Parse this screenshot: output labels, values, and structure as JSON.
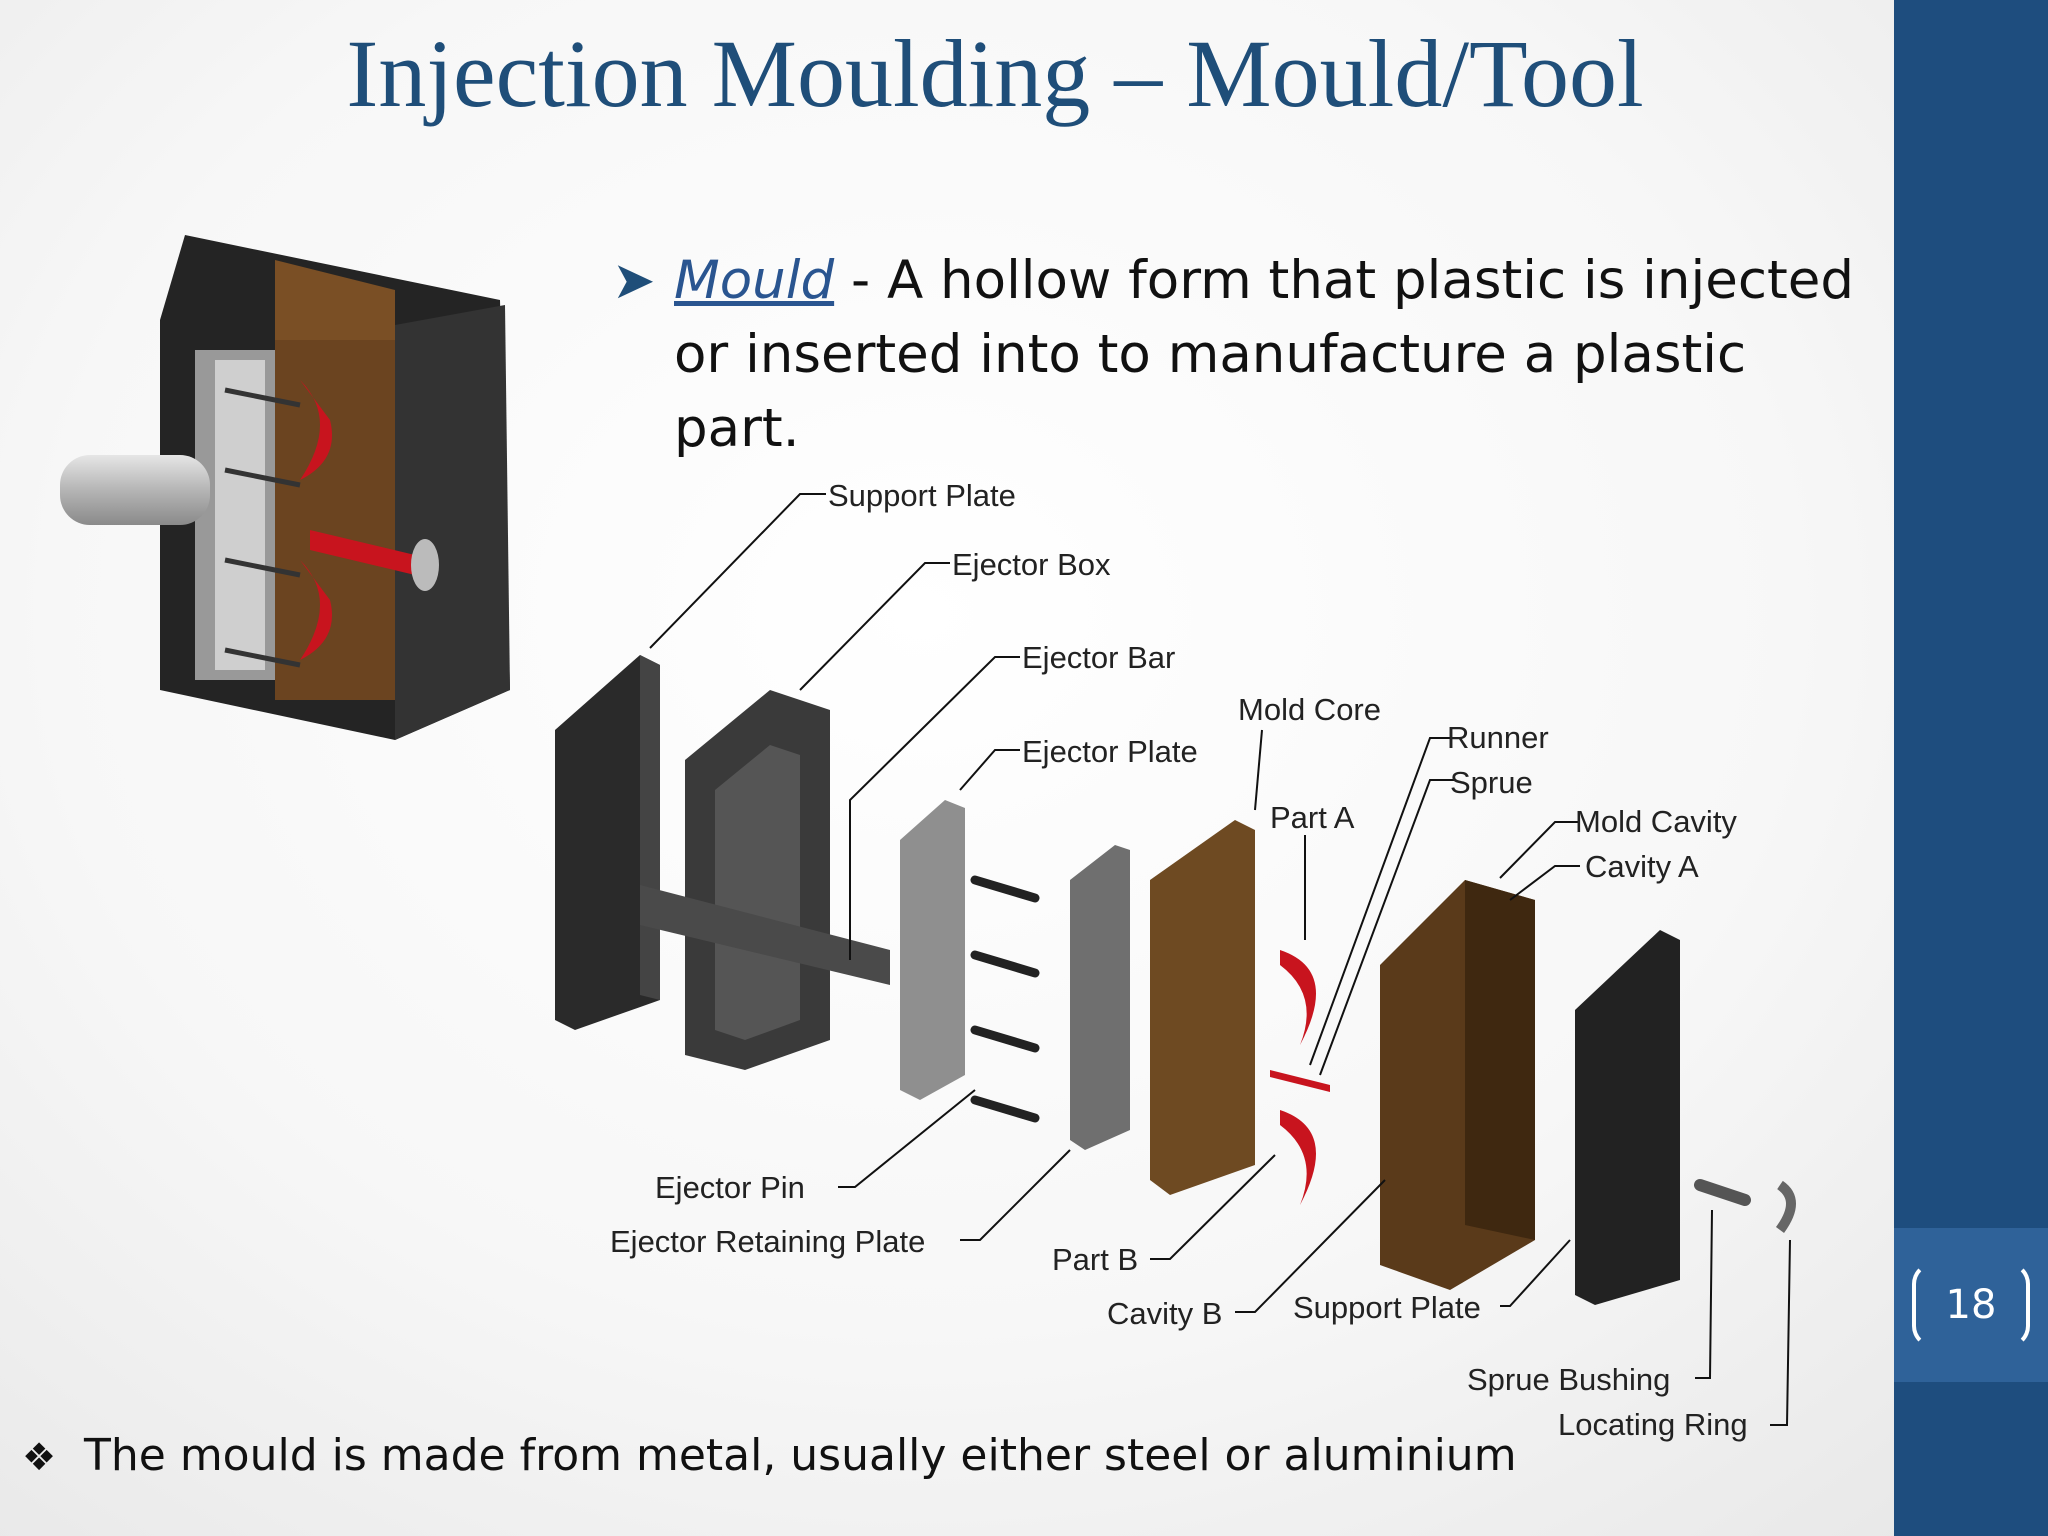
{
  "slide": {
    "title": "Injection Moulding – Mould/Tool",
    "page_number": "18",
    "colors": {
      "title": "#1f4e79",
      "sidebar": "#1e4d7e",
      "page_tab": "#2f6299",
      "plastic": "#c8141e",
      "metal_dark": "#2b2b2b",
      "metal_brown": "#6b4420"
    }
  },
  "definition": {
    "bullet_icon": "arrow-bullet-icon",
    "term": "Mould",
    "text": " - A hollow form that plastic is injected or inserted into to manufacture a plastic part."
  },
  "diagram": {
    "labels": {
      "support_plate_top": "Support Plate",
      "ejector_box": "Ejector Box",
      "ejector_bar": "Ejector Bar",
      "ejector_plate": "Ejector Plate",
      "mold_core": "Mold Core",
      "runner": "Runner",
      "sprue": "Sprue",
      "part_a": "Part A",
      "mold_cavity": "Mold Cavity",
      "cavity_a": "Cavity A",
      "ejector_pin": "Ejector Pin",
      "ejector_retaining_plate": "Ejector Retaining Plate",
      "part_b": "Part B",
      "cavity_b": "Cavity B",
      "support_plate_bottom": "Support Plate",
      "sprue_bushing": "Sprue Bushing",
      "locating_ring": "Locating Ring"
    }
  },
  "note": {
    "bullet_icon": "diamond-bullet-icon",
    "text": "The mould is made from metal, usually either steel or aluminium"
  }
}
